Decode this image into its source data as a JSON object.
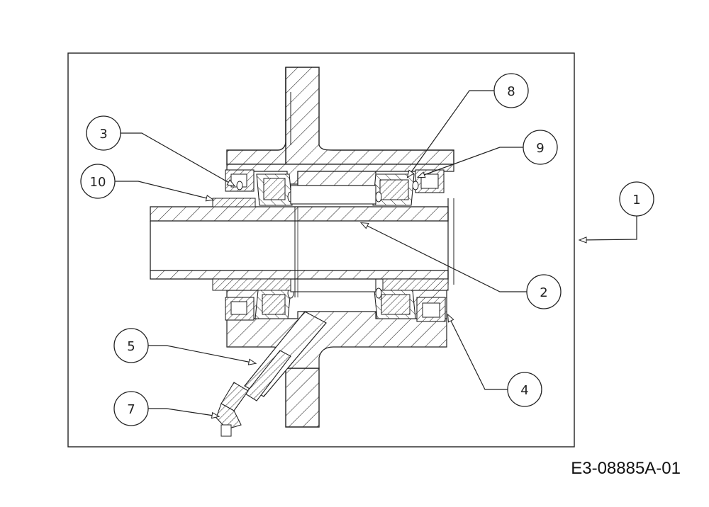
{
  "diagram": {
    "reference_code": "E3-08885A-01",
    "callouts": [
      {
        "id": "1",
        "label": "1"
      },
      {
        "id": "2",
        "label": "2"
      },
      {
        "id": "3",
        "label": "3"
      },
      {
        "id": "4",
        "label": "4"
      },
      {
        "id": "5",
        "label": "5"
      },
      {
        "id": "7",
        "label": "7"
      },
      {
        "id": "8",
        "label": "8"
      },
      {
        "id": "9",
        "label": "9"
      },
      {
        "id": "10",
        "label": "10"
      }
    ]
  }
}
